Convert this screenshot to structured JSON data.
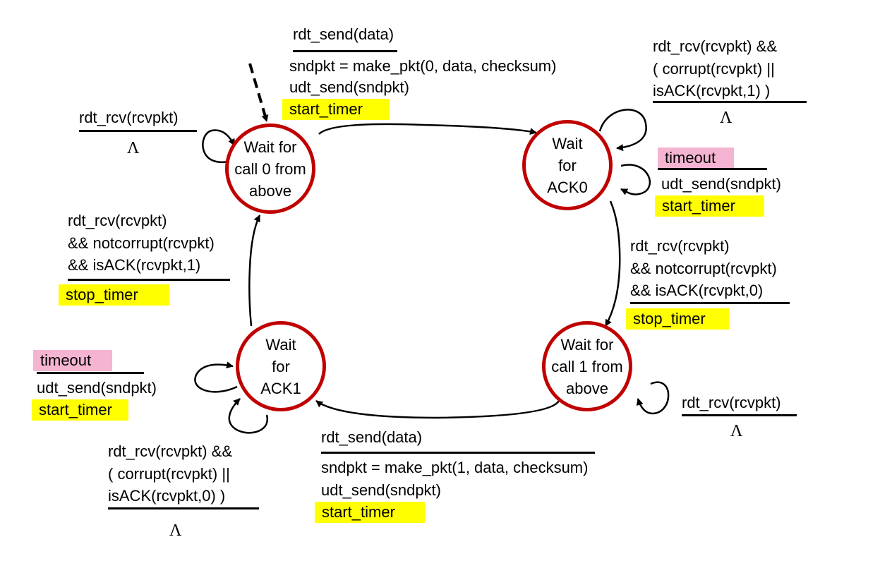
{
  "states": {
    "wait_call0": [
      "Wait for",
      "call 0 from",
      "above"
    ],
    "wait_ack0": [
      "Wait",
      "for",
      "ACK0"
    ],
    "wait_call1": [
      "Wait for",
      "call 1 from",
      "above"
    ],
    "wait_ack1": [
      "Wait",
      "for",
      "ACK1"
    ]
  },
  "transitions": {
    "call0_to_ack0": {
      "event": "rdt_send(data)",
      "actions": [
        "sndpkt = make_pkt(0, data, checksum)",
        "udt_send(sndpkt)"
      ],
      "highlight": "start_timer"
    },
    "ack0_self_corrupt": {
      "event": [
        "rdt_rcv(rcvpkt) &&",
        "( corrupt(rcvpkt) ||",
        "isACK(rcvpkt,1) )"
      ],
      "action": "Λ"
    },
    "ack0_timeout": {
      "event": "timeout",
      "action": "udt_send(sndpkt)",
      "highlight": "start_timer"
    },
    "ack0_to_call1": {
      "event": [
        "rdt_rcv(rcvpkt)",
        "&& notcorrupt(rcvpkt)",
        "&& isACK(rcvpkt,0)"
      ],
      "highlight": "stop_timer"
    },
    "call1_self": {
      "event": "rdt_rcv(rcvpkt)",
      "action": "Λ"
    },
    "call1_to_ack1": {
      "event": "rdt_send(data)",
      "actions": [
        "sndpkt = make_pkt(1, data, checksum)",
        "udt_send(sndpkt)"
      ],
      "highlight": "start_timer"
    },
    "ack1_timeout": {
      "event": "timeout",
      "action": "udt_send(sndpkt)",
      "highlight": "start_timer"
    },
    "ack1_self_corrupt": {
      "event": [
        "rdt_rcv(rcvpkt) &&",
        "( corrupt(rcvpkt) ||",
        "isACK(rcvpkt,0) )"
      ],
      "action": "Λ"
    },
    "ack1_to_call0": {
      "event": [
        "rdt_rcv(rcvpkt)",
        "&& notcorrupt(rcvpkt)",
        "&& isACK(rcvpkt,1)"
      ],
      "highlight": "stop_timer"
    },
    "call0_self": {
      "event": "rdt_rcv(rcvpkt)",
      "action": "Λ"
    }
  },
  "colors": {
    "state_border": "#c00000",
    "highlight_yellow": "#ffff00",
    "highlight_pink": "#f5b5d2",
    "spellcheck_underline": "#e00000"
  }
}
